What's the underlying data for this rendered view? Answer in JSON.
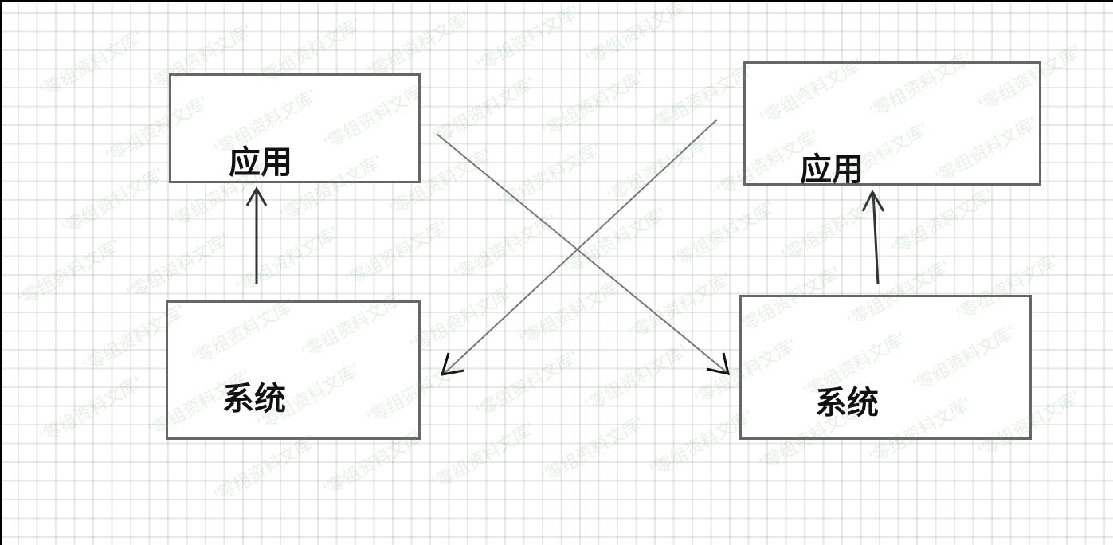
{
  "diagram": {
    "left": {
      "top_box": "应用",
      "bottom_box": "系统"
    },
    "right": {
      "top_box": "应用",
      "bottom_box": "系统"
    }
  },
  "watermark": "'零组资料文库'"
}
